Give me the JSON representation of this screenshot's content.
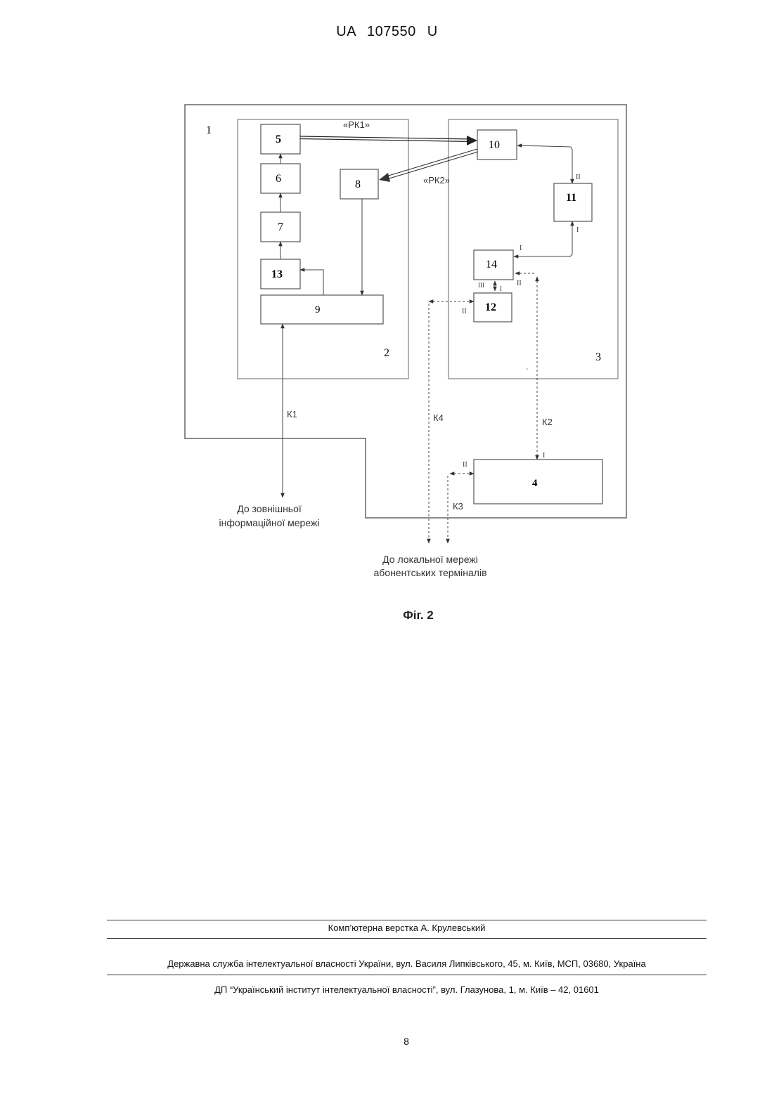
{
  "header": {
    "patent_number": "UA   107550   U"
  },
  "figure": {
    "block_labels": {
      "b1": "1",
      "b2": "2",
      "b3": "3",
      "b4": "4",
      "b5": "5",
      "b6": "6",
      "b7": "7",
      "b8": "8",
      "b9": "9",
      "b10": "10",
      "b11": "11",
      "b12": "12",
      "b13": "13",
      "b14": "14"
    },
    "signal_labels": {
      "rk1": "«РК1»",
      "rk2": "«РК2»"
    },
    "channel_labels": {
      "k1": "К1",
      "k2": "К2",
      "k3": "К3",
      "k4": "К4"
    },
    "port_labels": {
      "p10_11": "II",
      "p11_bottom": "I",
      "p14_top": "I",
      "p14_right": "II",
      "p14_bottom_left": "III",
      "p14_bottom_right": "I",
      "p12_left": "II",
      "p4_top": "I",
      "p4_left": "II"
    },
    "external_network": {
      "line1": "До зовнішньої",
      "line2": "інформаційної мережі"
    },
    "local_network": {
      "line1": "До локальної мережі",
      "line2": "абонентських терміналів"
    },
    "caption": "Фіг. 2"
  },
  "footer": {
    "layout_credit": "Комп’ютерна верстка А. Крулевський",
    "agency": "Державна служба інтелектуальної власності України, вул. Василя Липківського, 45, м. Київ, МСП, 03680, Україна",
    "institute": "ДП “Український інститут інтелектуальної власності”, вул. Глазунова, 1, м. Київ – 42, 01601"
  },
  "page_number": "8"
}
